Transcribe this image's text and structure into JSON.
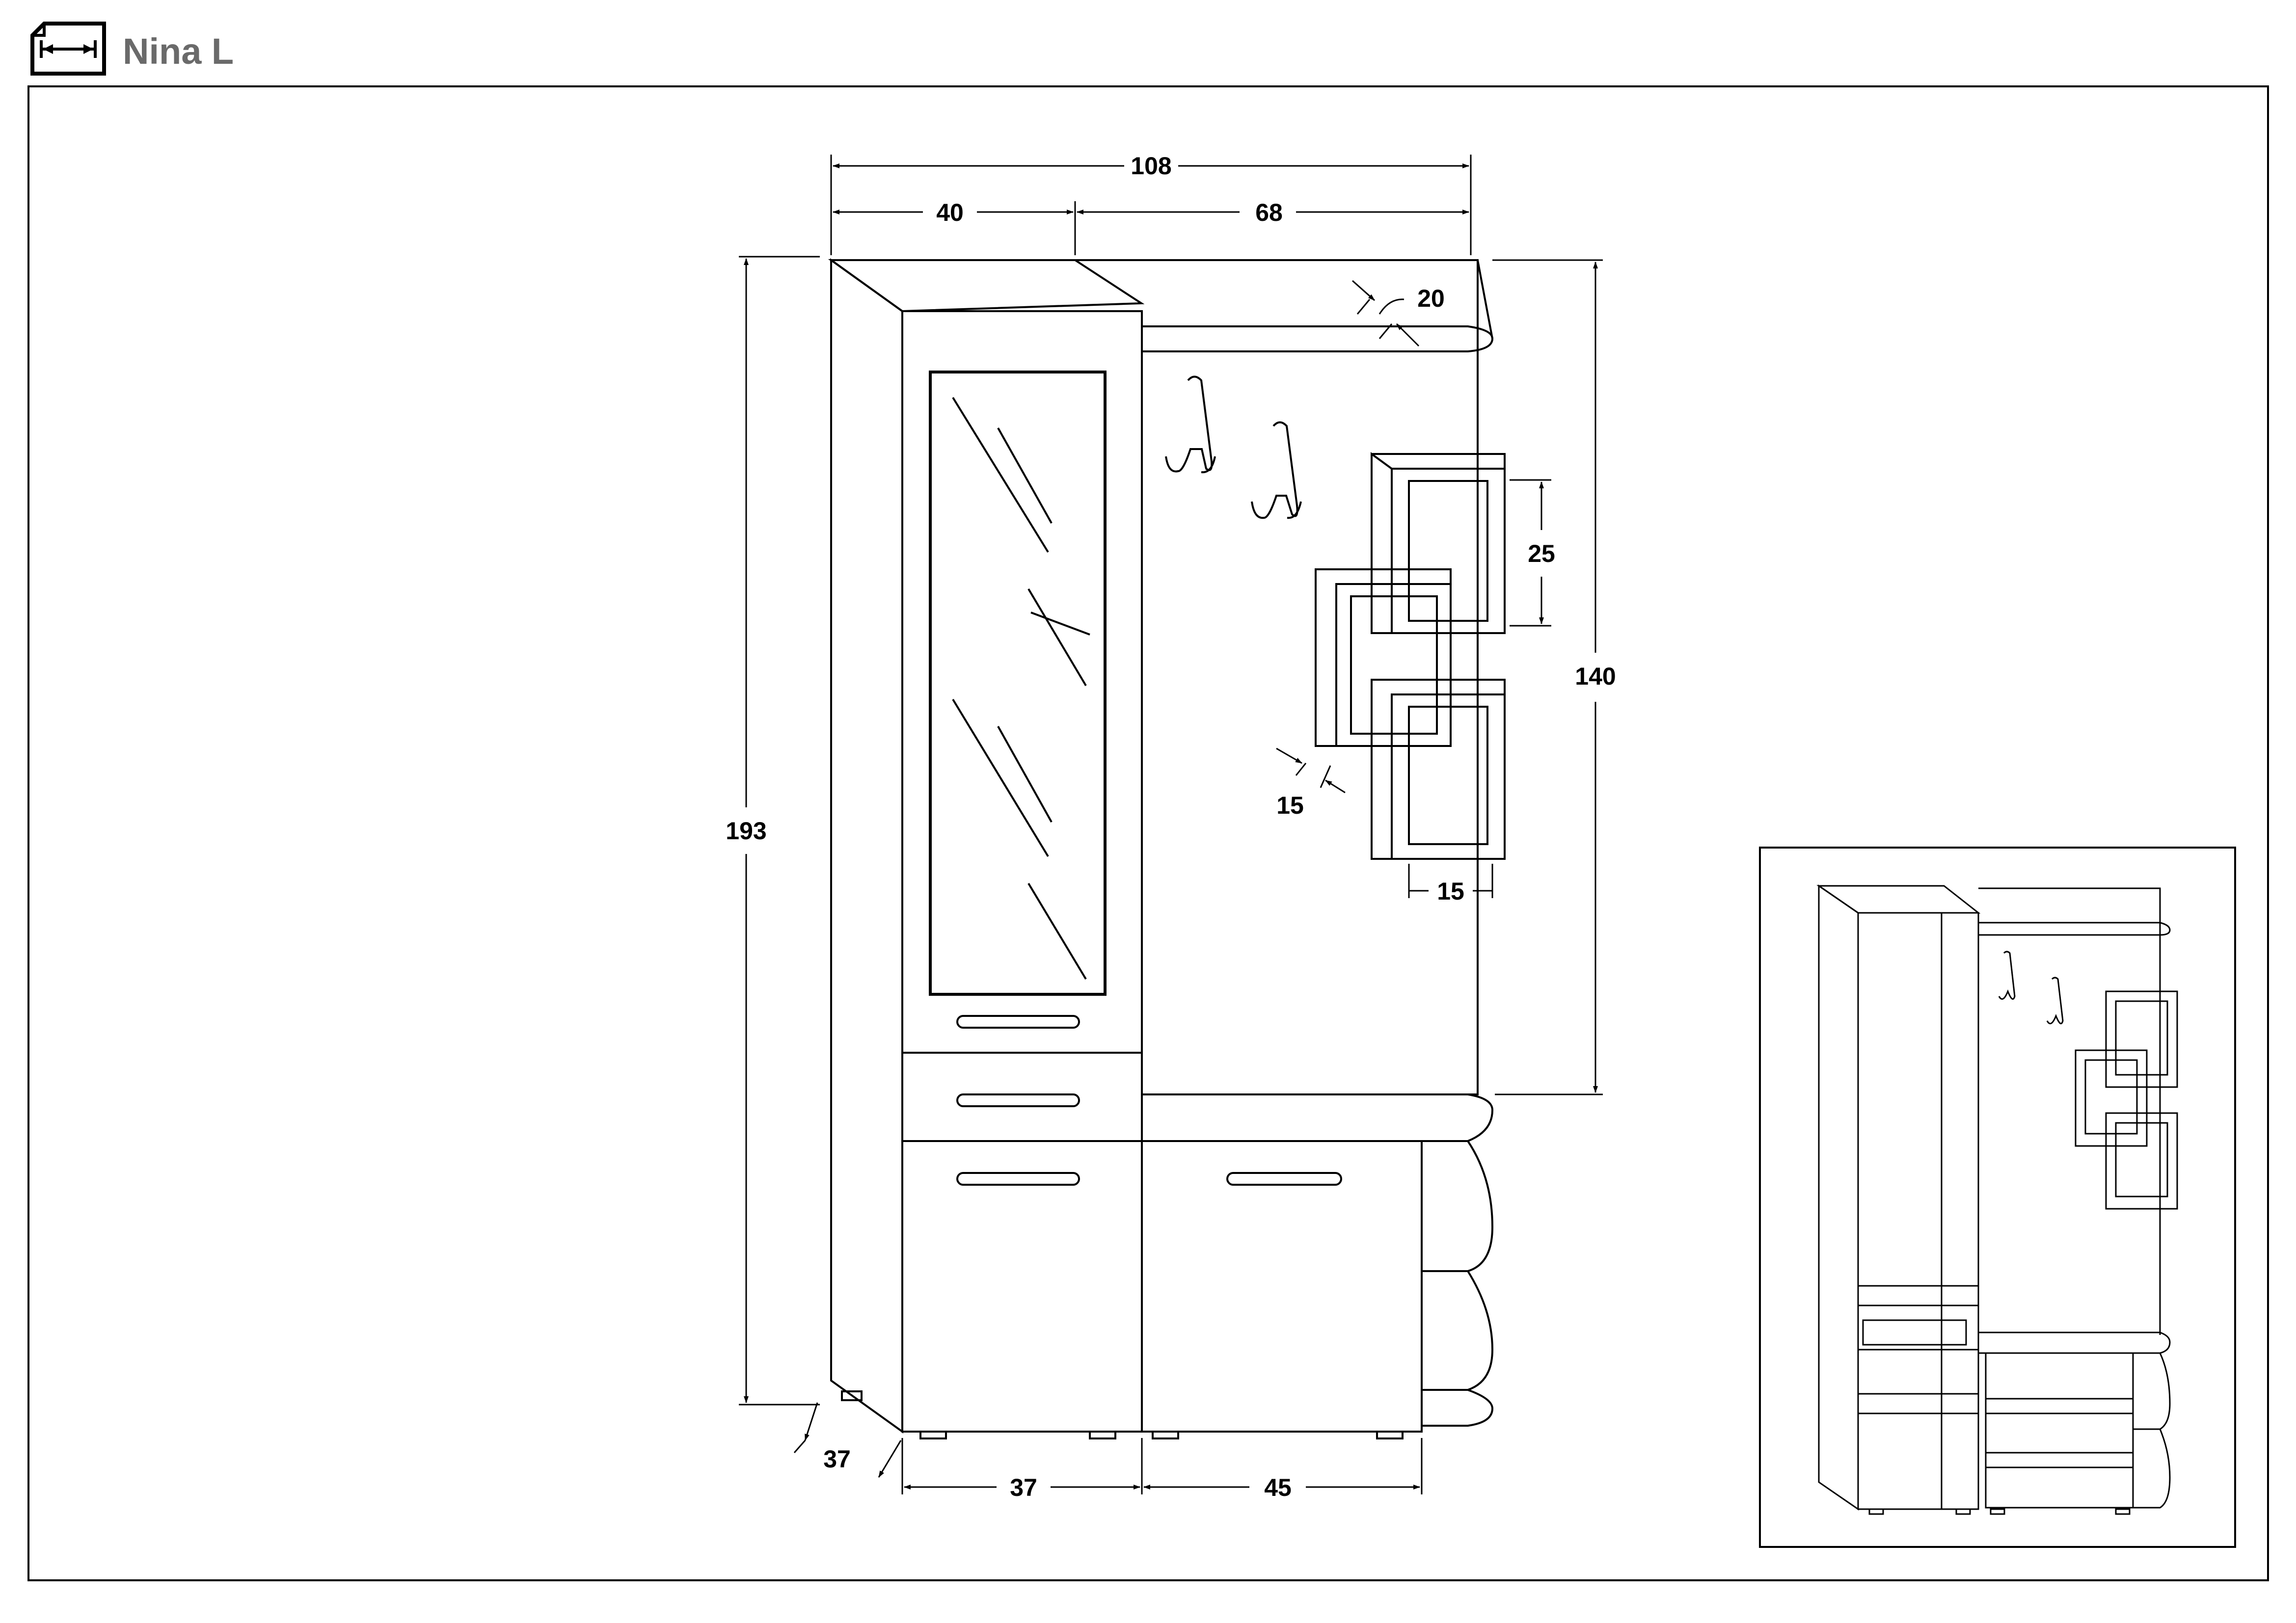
{
  "header": {
    "title": "Nina L",
    "icon": "dimension-arrows-icon"
  },
  "dimensions": {
    "total_width": "108",
    "left_width": "40",
    "right_width": "68",
    "total_height": "193",
    "panel_height": "140",
    "shelf_height": "25",
    "cap_depth": "20",
    "shelf_depth": "15",
    "shelf_width": "15",
    "depth": "37",
    "bottom_left_width": "37",
    "bottom_right_width": "45"
  },
  "colors": {
    "line": "#000000",
    "title": "#6a6a6a"
  }
}
